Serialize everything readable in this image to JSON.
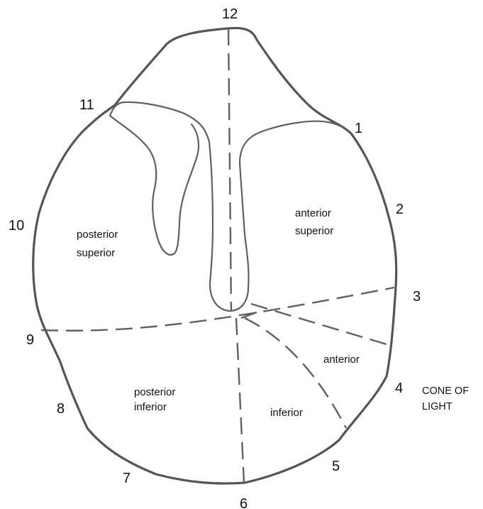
{
  "clock_positions": [
    "12",
    "1",
    "2",
    "3",
    "4",
    "5",
    "6",
    "7",
    "8",
    "9",
    "10",
    "11"
  ],
  "regions": {
    "posterior_superior": [
      "posterior",
      "superior"
    ],
    "anterior_superior": [
      "anterior",
      "superior"
    ],
    "posterior_inferior": [
      "posterior",
      "inferior"
    ],
    "anterior": "anterior",
    "inferior": "inferior"
  },
  "cone_of_light": [
    "CONE OF",
    "LIGHT"
  ],
  "colors": {
    "outline": "#555555",
    "text": "#111111",
    "background": "#ffffff"
  }
}
